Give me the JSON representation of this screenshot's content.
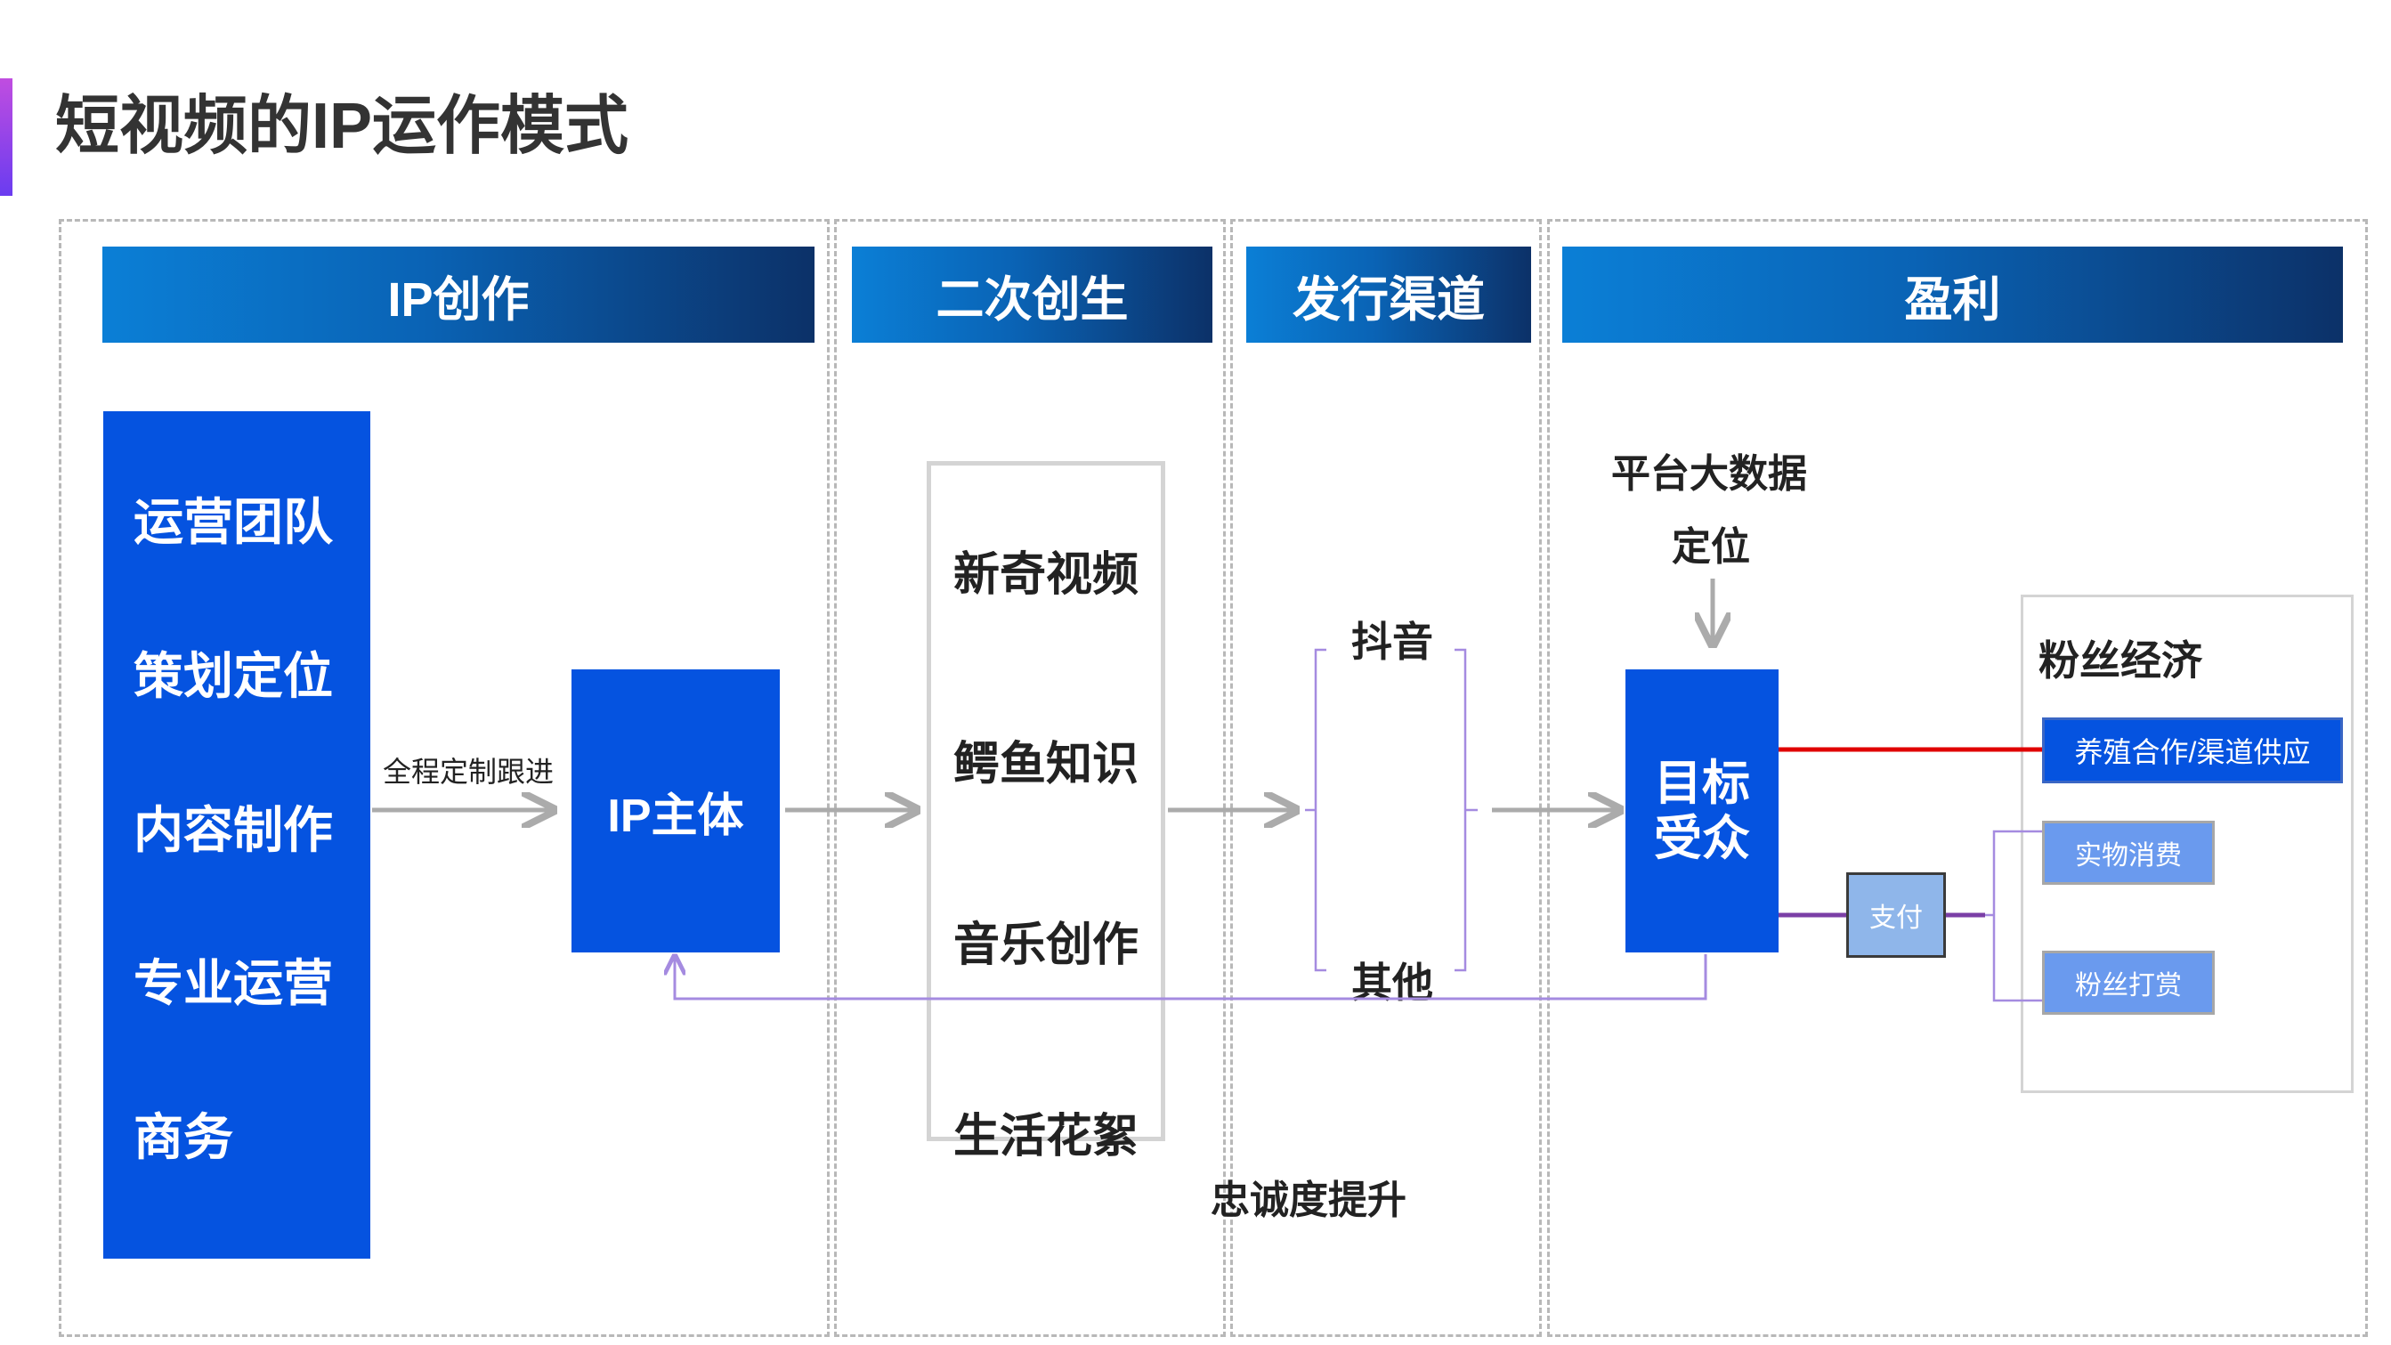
{
  "title": "短视频的IP运作模式",
  "headers": {
    "creation": "IP创作",
    "derivative": "二次创生",
    "channel": "发行渠道",
    "profit": "盈利"
  },
  "team": [
    "运营团队",
    "策划定位",
    "内容制作",
    "专业运营",
    "商务"
  ],
  "labels": {
    "tracking": "全程定制跟进",
    "ip_core": "IP主体",
    "loyalty": "忠诚度提升",
    "big_data_line1": "平台大数据",
    "big_data_line2": "定位",
    "audience_line1": "目标",
    "audience_line2": "受众",
    "pay": "支付"
  },
  "content_types": [
    "新奇视频",
    "鳄鱼知识",
    "音乐创作",
    "生活花絮"
  ],
  "channels": [
    "抖音",
    "其他"
  ],
  "fan_economy": {
    "title": "粉丝经济",
    "items": [
      "养殖合作/渠道供应",
      "实物消费",
      "粉丝打赏"
    ]
  },
  "colors": {
    "primary_blue": "#0553e0",
    "light_blue": "#6a9aee",
    "pay_box": "#8fb6ea",
    "connector_red": "#e00000",
    "connector_purple": "#7b3fa6",
    "feedback_line": "#a58be0",
    "arrow_gray": "#ababab"
  }
}
